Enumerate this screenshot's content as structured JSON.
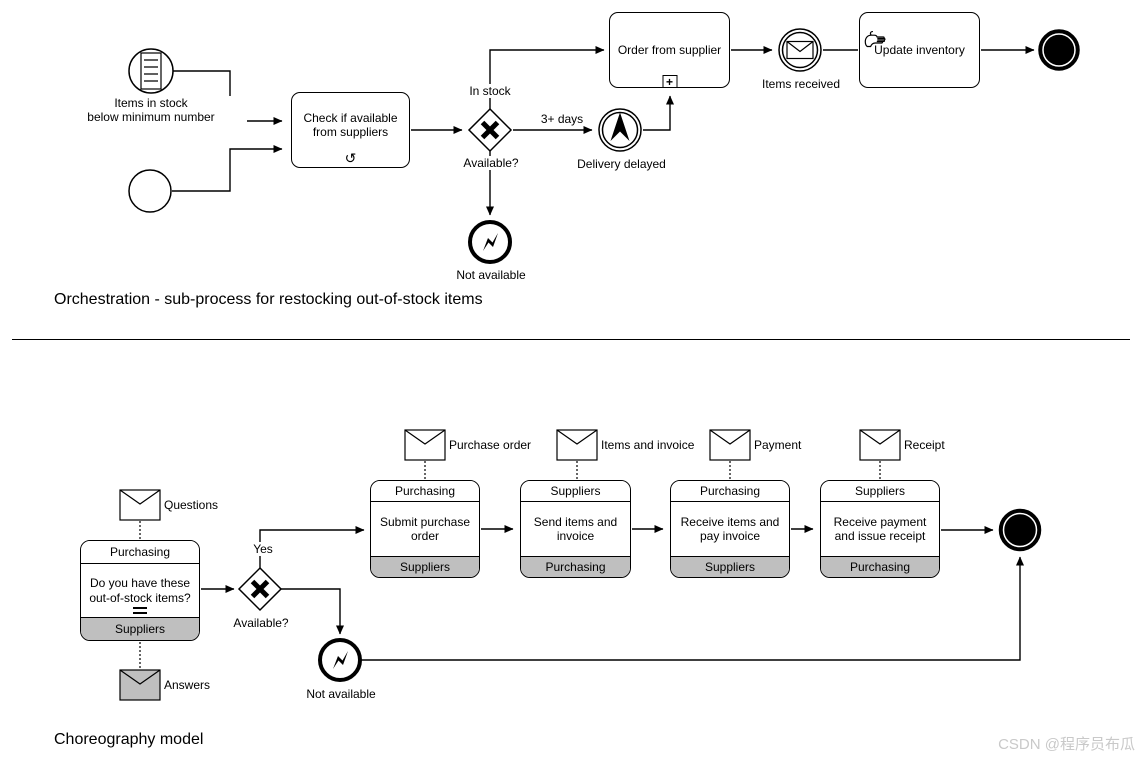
{
  "colors": {
    "stroke": "#000000",
    "gray_fill": "#bfbfbf",
    "watermark": "#c9c9c9",
    "background": "#ffffff"
  },
  "watermark": "CSDN @程序员布瓜",
  "icons": {
    "loop_marker": "↺",
    "subprocess_plus": "+"
  },
  "orchestration": {
    "title": "Orchestration - sub-process for restocking out-of-stock items",
    "conditional_start_label": "Items in stock\nbelow minimum number",
    "check_task": "Check if available\nfrom suppliers",
    "gateway_label": "Available?",
    "branch_in_stock": "In stock",
    "branch_delay": "3+ days",
    "delivery_delayed_label": "Delivery delayed",
    "order_task": "Order from supplier",
    "items_received_label": "Items received",
    "update_task": "Update inventory",
    "not_available_label": "Not available"
  },
  "choreography": {
    "title": "Choreography model",
    "questions_label": "Questions",
    "answers_label": "Answers",
    "initial_task": {
      "top": "Purchasing",
      "body": "Do you have these\nout-of-stock items?",
      "bottom": "Suppliers"
    },
    "yes_label": "Yes",
    "gateway_label": "Available?",
    "not_available_label": "Not available",
    "tasks": [
      {
        "top": "Purchasing",
        "body": "Submit purchase\norder",
        "bottom": "Suppliers",
        "message": "Purchase order"
      },
      {
        "top": "Suppliers",
        "body": "Send items and\ninvoice",
        "bottom": "Purchasing",
        "message": "Items and invoice"
      },
      {
        "top": "Purchasing",
        "body": "Receive items and\npay invoice",
        "bottom": "Suppliers",
        "message": "Payment"
      },
      {
        "top": "Suppliers",
        "body": "Receive payment\nand issue receipt",
        "bottom": "Purchasing",
        "message": "Receipt"
      }
    ]
  }
}
